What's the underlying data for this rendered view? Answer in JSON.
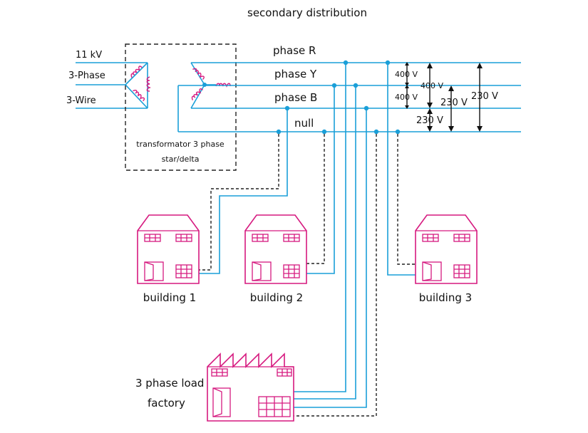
{
  "title": "secondary distribution",
  "inputs": {
    "kv": "11 kV",
    "phase": "3-Phase",
    "wire": "3-Wire"
  },
  "transformer": {
    "line1": "transformator 3 phase",
    "line2": "star/delta"
  },
  "lines": {
    "r": "phase R",
    "y": "phase Y",
    "b": "phase B",
    "n": "null"
  },
  "voltages": {
    "ry": "400 V",
    "rb": "400 V",
    "yb": "400 V",
    "yn": "230 V",
    "bn": "230 V",
    "rn": "230 V"
  },
  "buildings": {
    "b1": "building 1",
    "b2": "building 2",
    "b3": "building 3"
  },
  "factory": {
    "line1": "3 phase load",
    "line2": "factory"
  },
  "colors": {
    "wire": "#1a9fd8",
    "building": "#d6197f",
    "neutral": "#222222"
  }
}
